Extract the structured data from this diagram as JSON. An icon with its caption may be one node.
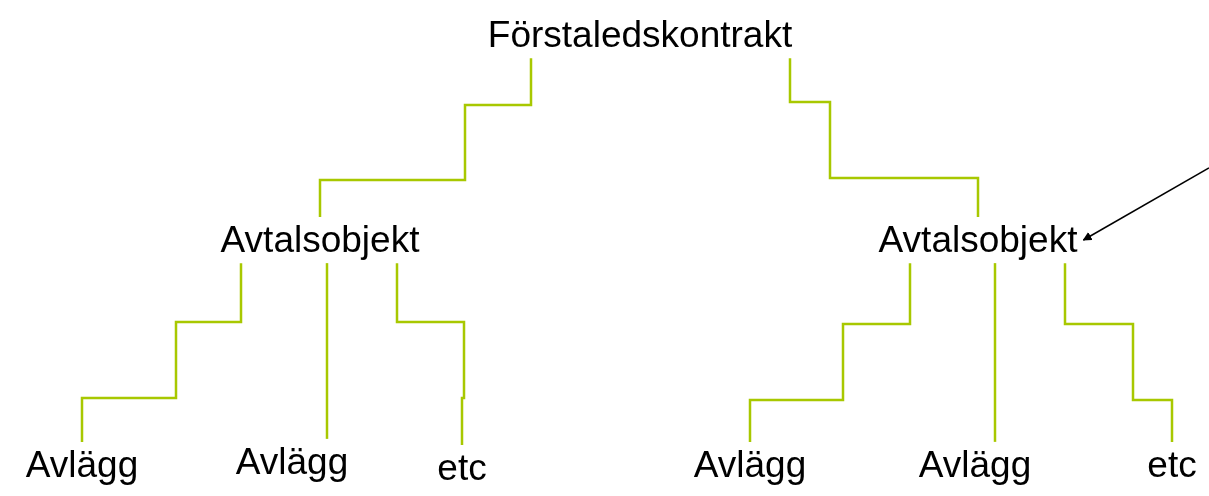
{
  "diagram": {
    "nodes": [
      {
        "text": [
          "Förstaledskontrakt"
        ]
      },
      {
        "text": [
          "Avtalsobjekt"
        ]
      },
      {
        "text": [
          "Avtalsobjekt"
        ]
      },
      {
        "text": [
          "Avlägg"
        ]
      },
      {
        "text": [
          "Avlägg"
        ]
      },
      {
        "text": [
          "etc"
        ]
      },
      {
        "text": [
          "Avlägg"
        ]
      },
      {
        "text": [
          "Avlägg"
        ]
      },
      {
        "text": [
          "etc"
        ]
      }
    ],
    "edges": [
      {
        "from": 0,
        "to": 1,
        "arrow": "none"
      },
      {
        "from": 0,
        "to": 2,
        "arrow": "none"
      },
      {
        "from": 1,
        "to": 3,
        "arrow": "none"
      },
      {
        "from": 1,
        "to": 4,
        "arrow": "none"
      },
      {
        "from": 1,
        "to": 5,
        "arrow": "none"
      },
      {
        "from": 2,
        "to": 6,
        "arrow": "none"
      },
      {
        "from": 2,
        "to": 7,
        "arrow": "none"
      },
      {
        "from": 2,
        "to": 8,
        "arrow": "none"
      },
      {
        "from": null,
        "to": 2,
        "arrow": "to",
        "color": "#000000"
      }
    ]
  }
}
